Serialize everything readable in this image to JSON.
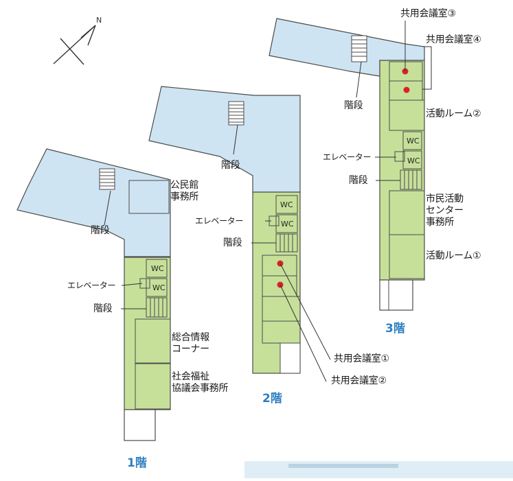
{
  "compass": {
    "north_letter": "N"
  },
  "floors": [
    {
      "id": "f1",
      "name": "1階"
    },
    {
      "id": "f2",
      "name": "2階"
    },
    {
      "id": "f3",
      "name": "3階"
    }
  ],
  "labels": {
    "stairs": "階段",
    "elevator": "エレベーター",
    "wc": "WC",
    "kominkan": "公民館\n事務所",
    "sogo_joho": "総合情報\nコーナー",
    "shakai_fukushi": "社会福祉\n協議会事務所",
    "meeting1": "共用会議室①",
    "meeting2": "共用会議室②",
    "meeting3": "共用会議室③",
    "meeting4": "共用会議室④",
    "activity1": "活動ルーム①",
    "activity2": "活動ルーム②",
    "shimin_center": "市民活動\nセンター\n事務所"
  },
  "colors": {
    "hall_blue": "#cfe4f2",
    "room_green": "#c6e09a",
    "outline": "#4a4a4a",
    "floor_label": "#2f7fc1",
    "marker_red": "#d8222a"
  }
}
